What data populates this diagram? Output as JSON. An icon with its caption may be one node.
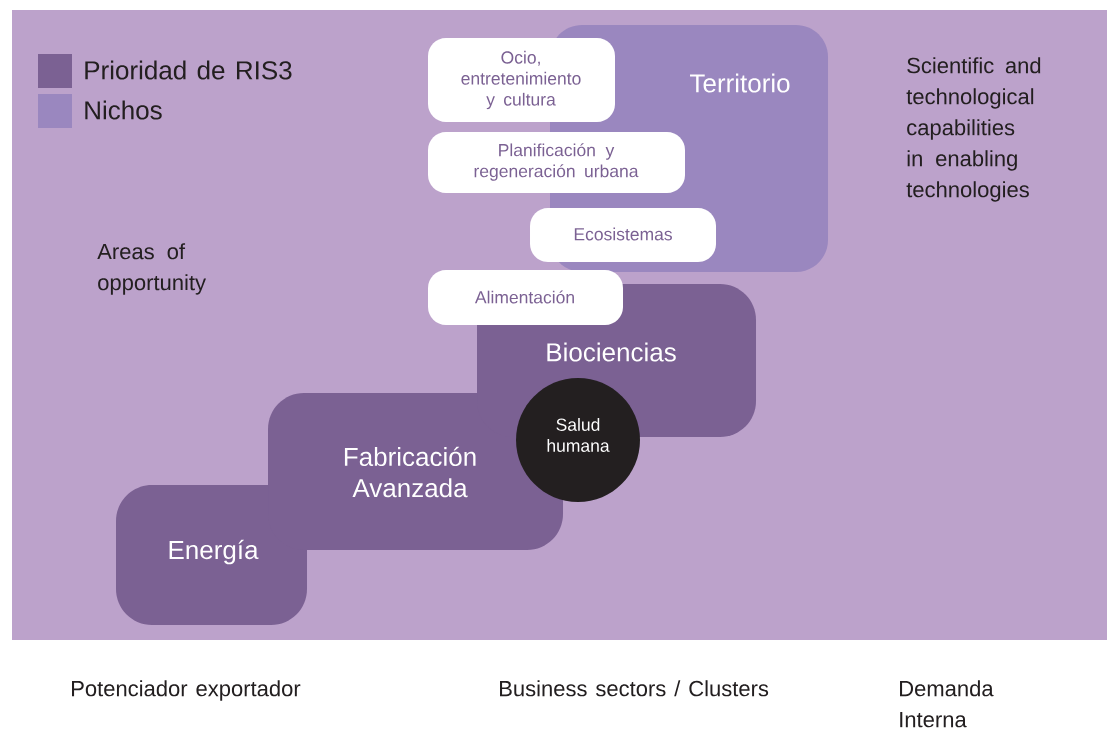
{
  "diagram": {
    "nodes": [
      {
        "text": [
          "Ocio, entretenimiento y cultura"
        ]
      },
      {
        "text": [
          "Territorio"
        ]
      },
      {
        "text": [
          "Planificación y regeneración urbana"
        ]
      },
      {
        "text": [
          "Ecosistemas"
        ]
      },
      {
        "text": [
          "Alimentación"
        ]
      },
      {
        "text": [
          "Biociencias"
        ]
      },
      {
        "text": [
          "Salud humana"
        ]
      },
      {
        "text": [
          "Fabricación Avanzada"
        ]
      },
      {
        "text": [
          "Energía"
        ]
      }
    ],
    "labels": [
      "Scientific and technological capabilities in enabling technologies",
      "Areas of opportunity",
      "Potenciador exportador",
      "Business sectors / Clusters",
      "Demanda Interna"
    ],
    "legend": [
      {
        "text": "Prioridad de RIS3",
        "color": "#7b6193"
      },
      {
        "text": "Nichos",
        "color": "#9a87bf"
      }
    ]
  }
}
